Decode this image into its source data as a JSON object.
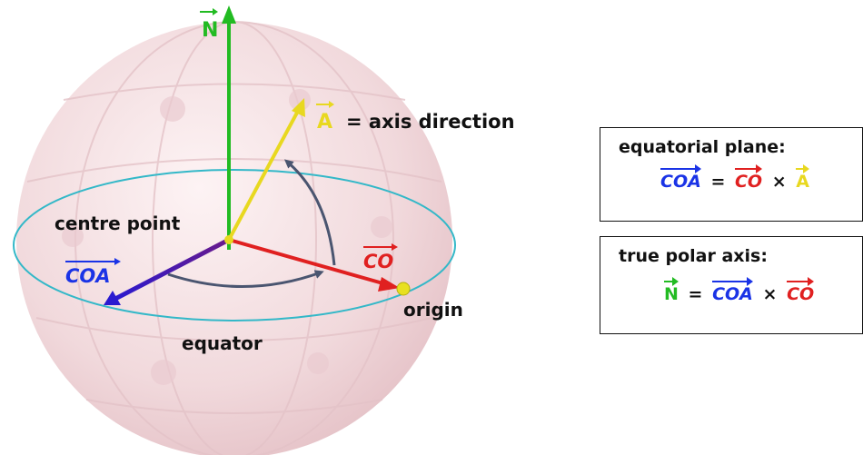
{
  "diagram": {
    "north_label": "N",
    "axis_vector_label": "A",
    "axis_suffix": "= axis direction",
    "centre_point_label": "centre point",
    "coa_label": "COA",
    "co_label": "CO",
    "origin_label": "origin",
    "equator_label": "equator"
  },
  "box_equatorial": {
    "title": "equatorial plane:",
    "lhs": "COA",
    "eq": "=",
    "a": "CO",
    "times": "×",
    "b": "A"
  },
  "box_polar": {
    "title": "true polar axis:",
    "lhs": "N",
    "eq": "=",
    "a": "COA",
    "times": "×",
    "b": "CO"
  },
  "colors": {
    "north": "#22bb22",
    "axis": "#e8d820",
    "coa": "#1a33e6",
    "co": "#e02020",
    "equator": "#33b8c8",
    "sphere": "#f2d8dc"
  }
}
